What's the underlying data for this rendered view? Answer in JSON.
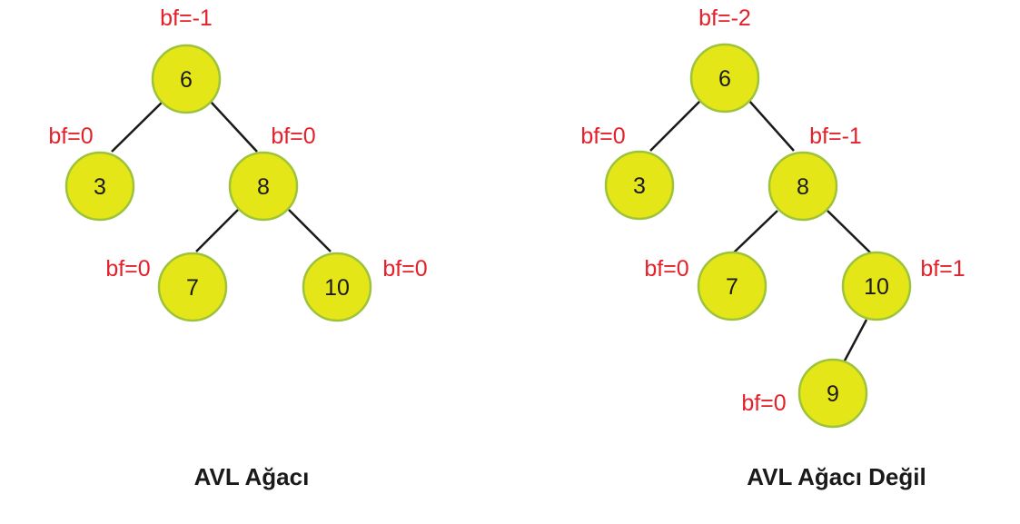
{
  "colors": {
    "node_fill": "#e4e617",
    "node_stroke": "#9cc33b",
    "edge": "#1a1a1a",
    "bf_text": "#e4202a",
    "node_text": "#1a1a1a"
  },
  "trees": [
    {
      "caption": "AVL Ağacı",
      "nodes": [
        {
          "value": "6",
          "bf": "bf=-1"
        },
        {
          "value": "3",
          "bf": "bf=0"
        },
        {
          "value": "8",
          "bf": "bf=0"
        },
        {
          "value": "7",
          "bf": "bf=0"
        },
        {
          "value": "10",
          "bf": "bf=0"
        }
      ]
    },
    {
      "caption": "AVL Ağacı Değil",
      "nodes": [
        {
          "value": "6",
          "bf": "bf=-2"
        },
        {
          "value": "3",
          "bf": "bf=0"
        },
        {
          "value": "8",
          "bf": "bf=-1"
        },
        {
          "value": "7",
          "bf": "bf=0"
        },
        {
          "value": "10",
          "bf": "bf=1"
        },
        {
          "value": "9",
          "bf": "bf=0"
        }
      ]
    }
  ]
}
